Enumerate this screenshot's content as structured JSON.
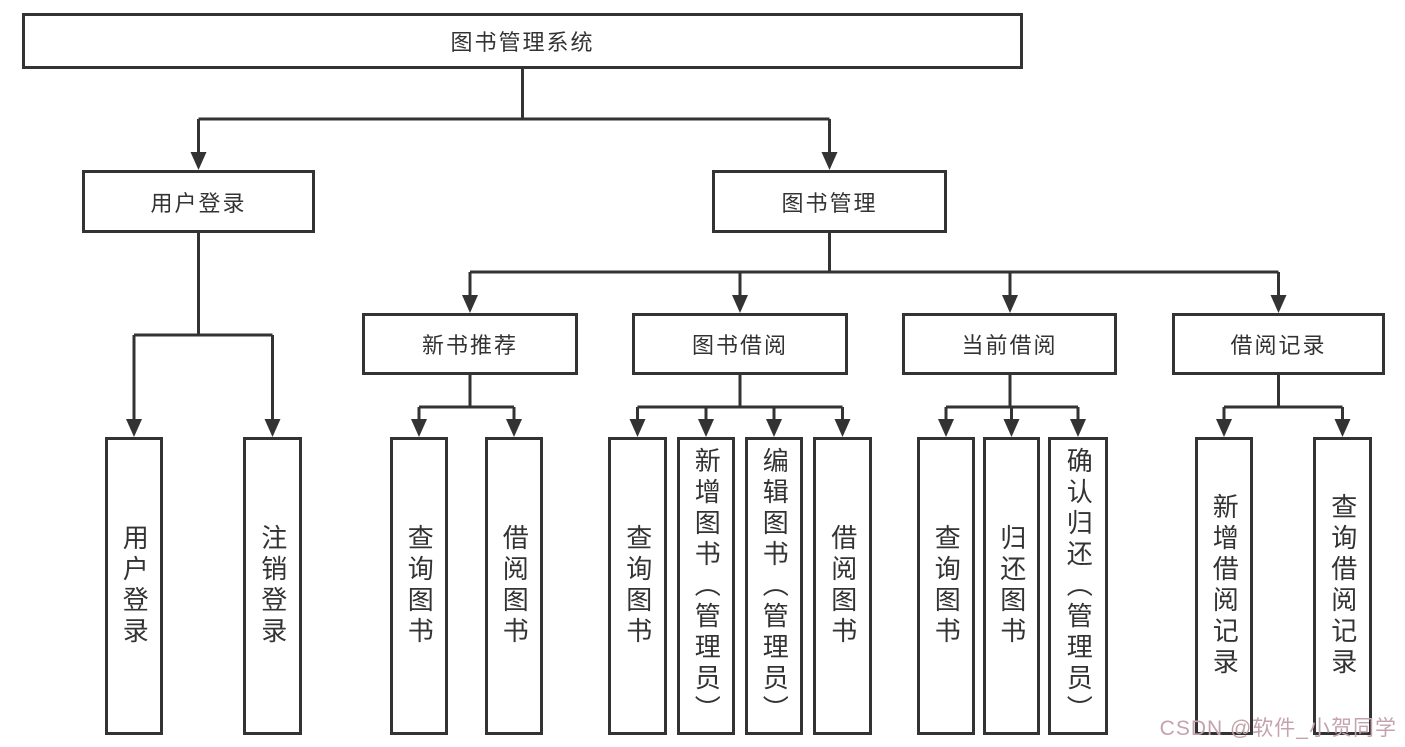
{
  "tree": {
    "label": "图书管理系统",
    "children": [
      {
        "label": "用户登录",
        "children": [
          {
            "label": "用户登录"
          },
          {
            "label": "注销登录"
          }
        ]
      },
      {
        "label": "图书管理",
        "children": [
          {
            "label": "新书推荐",
            "children": [
              {
                "label": "查询图书"
              },
              {
                "label": "借阅图书"
              }
            ]
          },
          {
            "label": "图书借阅",
            "children": [
              {
                "label": "查询图书"
              },
              {
                "label": "新增图书（管理员）"
              },
              {
                "label": "编辑图书（管理员）"
              },
              {
                "label": "借阅图书"
              }
            ]
          },
          {
            "label": "当前借阅",
            "children": [
              {
                "label": "查询图书"
              },
              {
                "label": "归还图书"
              },
              {
                "label": "确认归还（管理员）"
              }
            ]
          },
          {
            "label": "借阅记录",
            "children": [
              {
                "label": "新增借阅记录"
              },
              {
                "label": "查询借阅记录"
              }
            ]
          }
        ]
      }
    ]
  },
  "watermark": {
    "text": "CSDN @软件_小贺同学"
  },
  "colors": {
    "line": "#333333",
    "text": "#333333",
    "box_fill": "#ffffff",
    "watermark": "#c3a3ac",
    "background": "#ffffff"
  }
}
